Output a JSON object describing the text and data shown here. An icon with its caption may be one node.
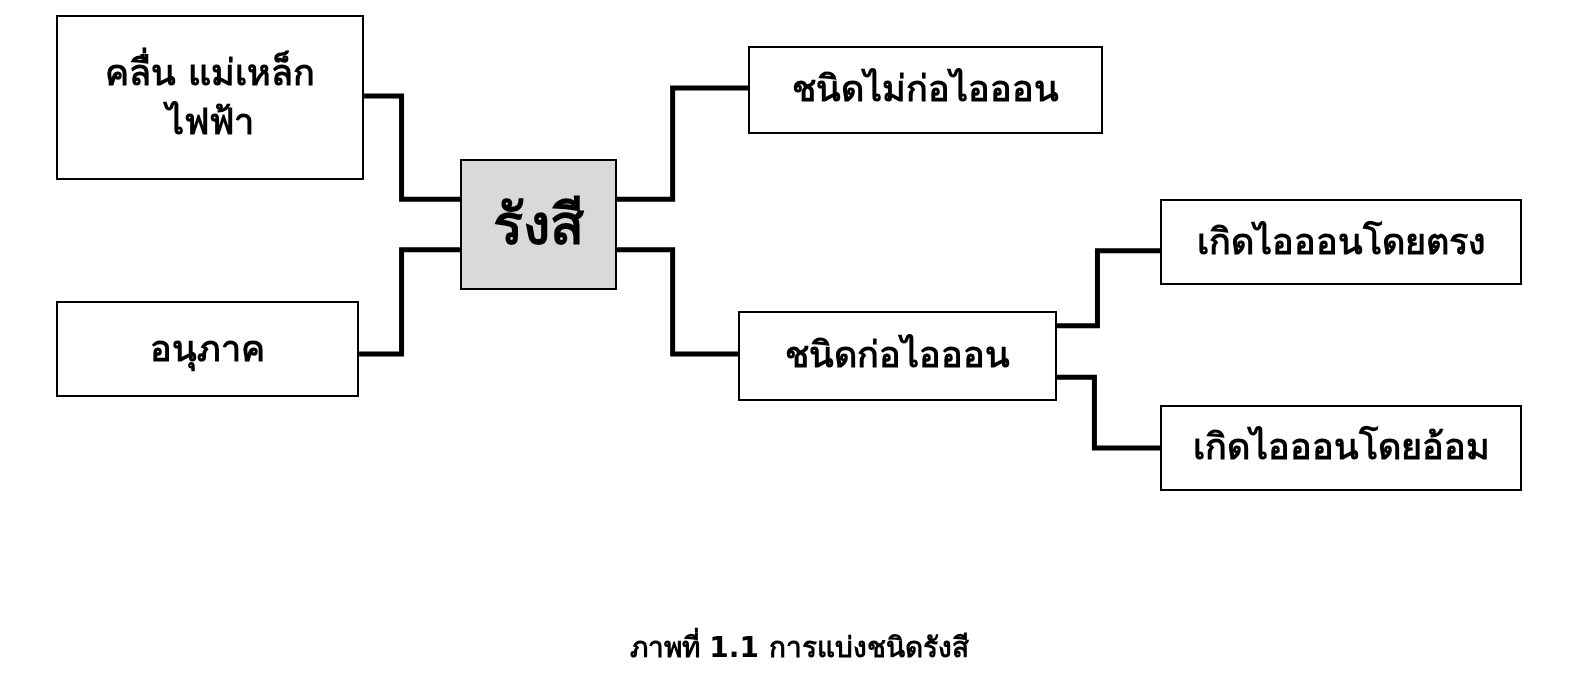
{
  "diagram": {
    "caption": "ภาพที่ 1.1 การแบ่งชนิดรังสี",
    "nodes": [
      {
        "text": [
          "คลื่น แม่เหล็กไฟฟ้า"
        ]
      },
      {
        "text": [
          "อนุภาค"
        ]
      },
      {
        "text": [
          "รังสี"
        ]
      },
      {
        "text": [
          "ชนิดไม่ก่อไอออน"
        ]
      },
      {
        "text": [
          "ชนิดก่อไอออน"
        ]
      },
      {
        "text": [
          "เกิดไอออนโดยตรง"
        ]
      },
      {
        "text": [
          "เกิดไอออนโดยอ้อม"
        ]
      }
    ],
    "edges": [
      {
        "from": 0,
        "to": 2,
        "arrow": "none"
      },
      {
        "from": 1,
        "to": 2,
        "arrow": "none"
      },
      {
        "from": 2,
        "to": 3,
        "arrow": "none"
      },
      {
        "from": 2,
        "to": 4,
        "arrow": "none"
      },
      {
        "from": 4,
        "to": 5,
        "arrow": "none"
      },
      {
        "from": 4,
        "to": 6,
        "arrow": "none"
      }
    ]
  }
}
